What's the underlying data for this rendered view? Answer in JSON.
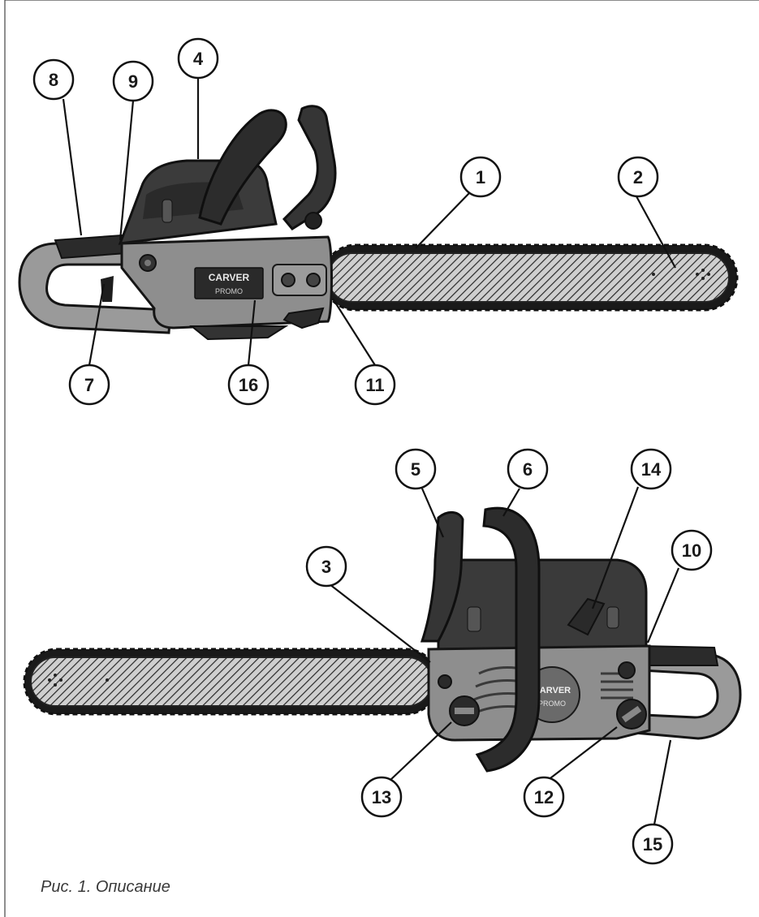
{
  "caption": "Рис. 1. Описание",
  "brand": {
    "name": "CARVER",
    "model": "PROMO"
  },
  "callouts": [
    {
      "id": "c1",
      "label": "1"
    },
    {
      "id": "c2",
      "label": "2"
    },
    {
      "id": "c3",
      "label": "3"
    },
    {
      "id": "c4",
      "label": "4"
    },
    {
      "id": "c5",
      "label": "5"
    },
    {
      "id": "c6",
      "label": "6"
    },
    {
      "id": "c7",
      "label": "7"
    },
    {
      "id": "c8",
      "label": "8"
    },
    {
      "id": "c9",
      "label": "9"
    },
    {
      "id": "c10",
      "label": "10"
    },
    {
      "id": "c11",
      "label": "11"
    },
    {
      "id": "c12",
      "label": "12"
    },
    {
      "id": "c13",
      "label": "13"
    },
    {
      "id": "c14",
      "label": "14"
    },
    {
      "id": "c15",
      "label": "15"
    },
    {
      "id": "c16",
      "label": "16"
    }
  ],
  "colors": {
    "body": "#8e8e8e",
    "dark": "#2e2e2e",
    "outline": "#151515",
    "bar": "#bdbdbd"
  }
}
